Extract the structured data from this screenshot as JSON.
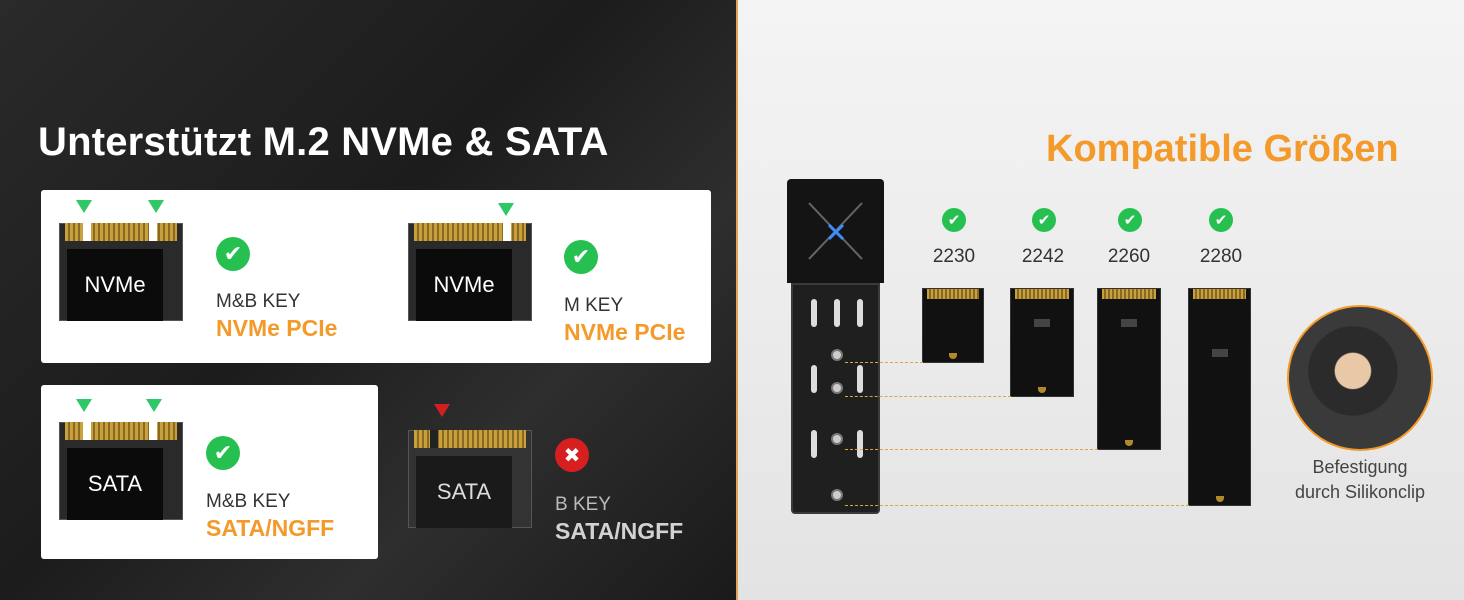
{
  "left_title": "Unterstützt M.2 NVMe & SATA",
  "right_title": "Kompatible Größen",
  "cards": [
    {
      "chip_label": "NVMe",
      "key": "M&B KEY",
      "type": "NVMe  PCIe",
      "supported": true
    },
    {
      "chip_label": "NVMe",
      "key": "M KEY",
      "type": "NVMe PCIe",
      "supported": true
    },
    {
      "chip_label": "SATA",
      "key": "M&B KEY",
      "type": "SATA/NGFF",
      "supported": true
    },
    {
      "chip_label": "SATA",
      "key": "B KEY",
      "type": "SATA/NGFF",
      "supported": false
    }
  ],
  "sizes": [
    "2230",
    "2242",
    "2260",
    "2280"
  ],
  "clip_text": [
    "Befestigung",
    "durch Silikonclip"
  ],
  "colors": {
    "accent": "#f39a2b",
    "check": "#26c051",
    "cross": "#d71f1f"
  },
  "icons": {
    "supported": "check-circle-icon",
    "unsupported": "x-circle-icon",
    "key_notch": "triangle-down-icon"
  }
}
